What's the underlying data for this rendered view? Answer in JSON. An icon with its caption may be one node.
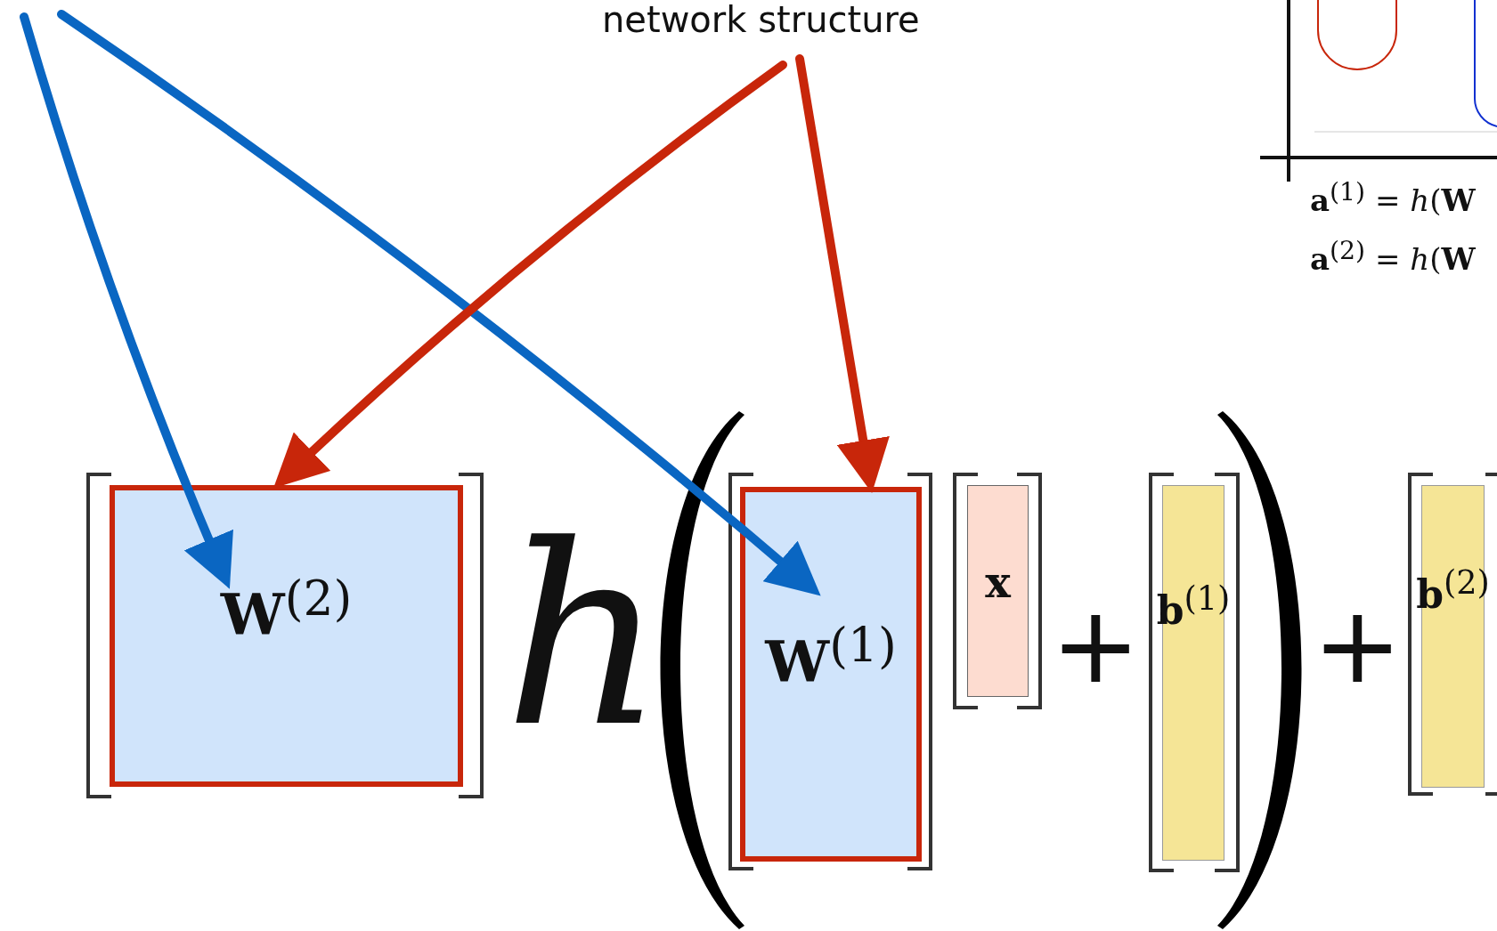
{
  "diagram": {
    "nodes": [
      {
        "text": [
          "**W**$^{(2)}$"
        ]
      },
      {
        "text": [
          "**W**$^{(1)}$"
        ]
      },
      {
        "text": [
          "**x**"
        ]
      },
      {
        "text": [
          "**b**$^{(1)}$"
        ]
      },
      {
        "text": [
          "**b**$^{(2)}$"
        ]
      }
    ],
    "edges": [
      {
        "from": null,
        "to": 0,
        "arrow": "to",
        "color": "#0a66c2"
      },
      {
        "from": null,
        "to": 1,
        "arrow": "to",
        "color": "#0a66c2"
      },
      {
        "from": null,
        "to": 0,
        "arrow": "to",
        "color": "#c8260a"
      },
      {
        "from": null,
        "to": 1,
        "arrow": "to",
        "color": "#c8260a"
      }
    ],
    "labels": [
      "network structure",
      "**a**$^{(1)}$ = *h*(**W**",
      "**a**$^{(2)}$ = *h*(**W**",
      "h",
      "+",
      "+"
    ]
  }
}
